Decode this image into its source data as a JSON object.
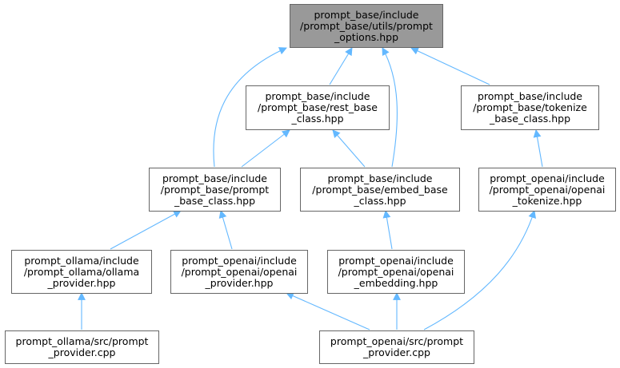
{
  "colors": {
    "edge": "#63b8ff",
    "node_border": "#666666",
    "root_fill": "#999999",
    "node_fill": "#ffffff"
  },
  "nodes": {
    "prompt_options": {
      "lines": [
        "prompt_base/include",
        "/prompt_base/utils/prompt",
        "_options.hpp"
      ]
    },
    "rest_base_class": {
      "lines": [
        "prompt_base/include",
        "/prompt_base/rest_base",
        "_class.hpp"
      ]
    },
    "tokenize_base_class": {
      "lines": [
        "prompt_base/include",
        "/prompt_base/tokenize",
        "_base_class.hpp"
      ]
    },
    "prompt_base_class": {
      "lines": [
        "prompt_base/include",
        "/prompt_base/prompt",
        "_base_class.hpp"
      ]
    },
    "embed_base_class": {
      "lines": [
        "prompt_base/include",
        "/prompt_base/embed_base",
        "_class.hpp"
      ]
    },
    "openai_tokenize": {
      "lines": [
        "prompt_openai/include",
        "/prompt_openai/openai",
        "_tokenize.hpp"
      ]
    },
    "ollama_provider_hpp": {
      "lines": [
        "prompt_ollama/include",
        "/prompt_ollama/ollama",
        "_provider.hpp"
      ]
    },
    "openai_provider_hpp": {
      "lines": [
        "prompt_openai/include",
        "/prompt_openai/openai",
        "_provider.hpp"
      ]
    },
    "openai_embedding": {
      "lines": [
        "prompt_openai/include",
        "/prompt_openai/openai",
        "_embedding.hpp"
      ]
    },
    "ollama_provider_cpp": {
      "lines": [
        "prompt_ollama/src/prompt",
        "_provider.cpp"
      ]
    },
    "openai_provider_cpp": {
      "lines": [
        "prompt_openai/src/prompt",
        "_provider.cpp"
      ]
    }
  }
}
